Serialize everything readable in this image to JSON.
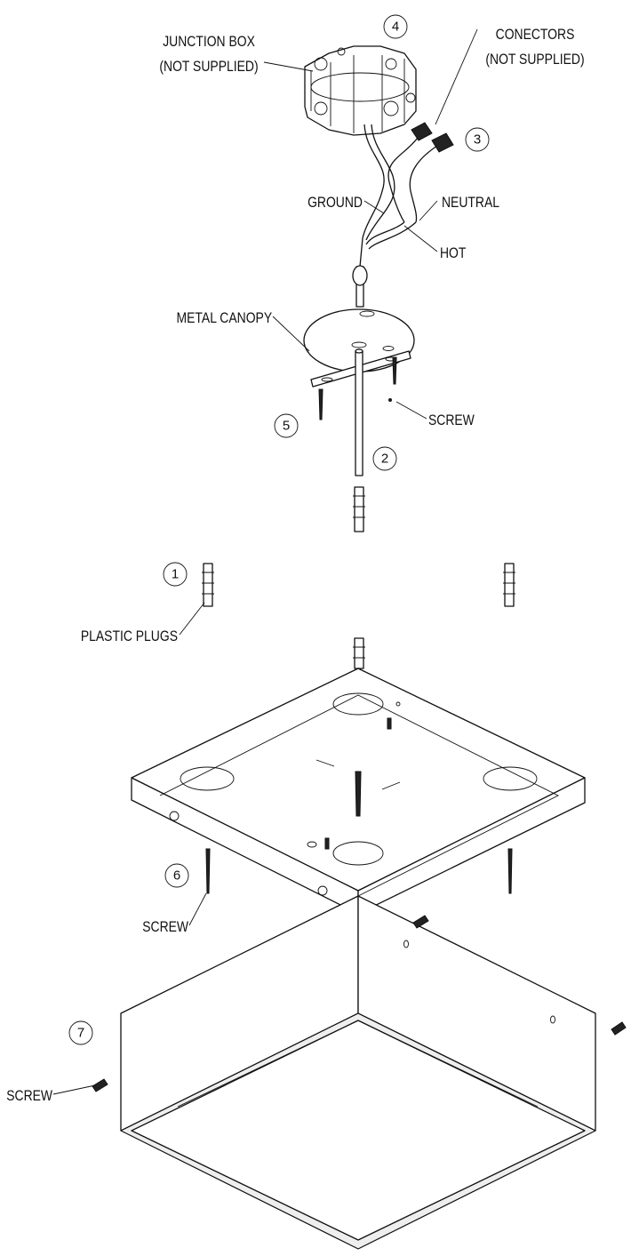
{
  "labels": {
    "junction_box": [
      "JUNCTION BOX",
      "(NOT SUPPLIED)"
    ],
    "connectors": [
      "CONECTORS",
      "(NOT SUPPLIED)"
    ],
    "ground": "GROUND",
    "neutral": "NEUTRAL",
    "hot": "HOT",
    "metal_canopy": "METAL CANOPY",
    "screw_canopy": "SCREW",
    "plastic_plugs": "PLASTIC PLUGS",
    "screw_step6": "SCREW",
    "screw_step7": "SCREW"
  },
  "steps": [
    "1",
    "2",
    "3",
    "4",
    "5",
    "6",
    "7"
  ],
  "colors": {
    "line": "#111111",
    "background": "#ffffff"
  }
}
